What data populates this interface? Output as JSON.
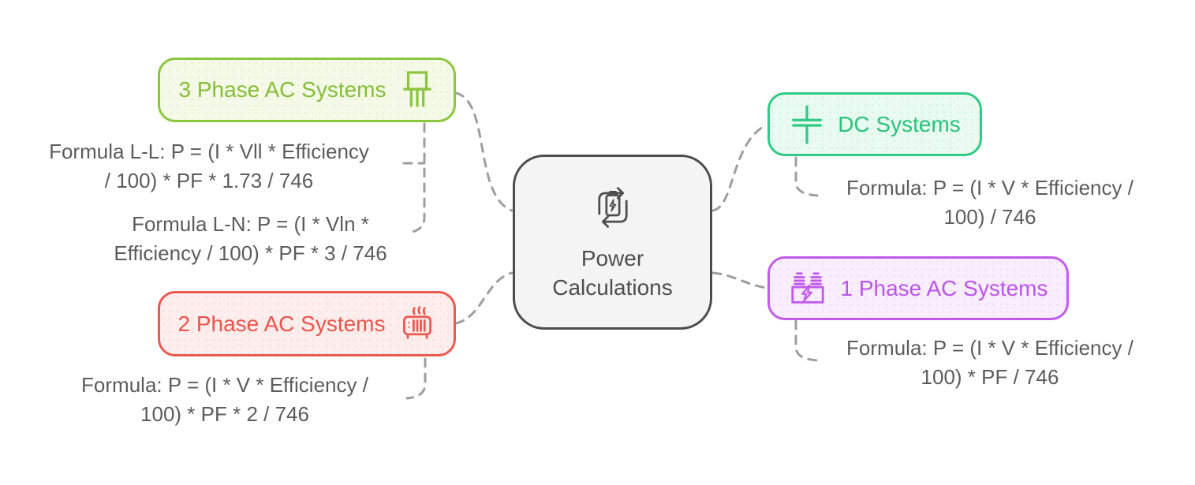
{
  "diagram": {
    "center": {
      "label": "Power Calculations",
      "icon": "battery-sync-icon",
      "border_color": "#4d4d4d",
      "background": "#f4f4f4"
    },
    "nodes": [
      {
        "label": "3 Phase AC Systems",
        "icon": "transistor-icon",
        "color": "#8cc63e",
        "background": "#f5fae8",
        "formulas": [
          "Formula L-L: P = (I * Vll * Efficiency\n/ 100) * PF * 1.73 / 746",
          "Formula L-N: P = (I * Vln *\nEfficiency / 100) * PF * 3 / 746"
        ]
      },
      {
        "label": "2 Phase AC Systems",
        "icon": "heater-icon",
        "color": "#ea5a50",
        "background": "#fdeeed",
        "formulas": [
          "Formula: P = (I * V * Efficiency /\n100) * PF * 2 / 746"
        ]
      },
      {
        "label": "DC Systems",
        "icon": "capacitor-icon",
        "color": "#2fcb84",
        "background": "#e9faf1",
        "formulas": [
          "Formula: P = (I * V * Efficiency /\n100) / 746"
        ]
      },
      {
        "label": "1 Phase AC Systems",
        "icon": "transformer-icon",
        "color": "#c25beb",
        "background": "#f8eefd",
        "formulas": [
          "Formula: P = (I * V * Efficiency /\n100) * PF / 746"
        ]
      }
    ],
    "connector_color": "#9e9e9e",
    "formula_text_color": "#5c5c5c"
  }
}
